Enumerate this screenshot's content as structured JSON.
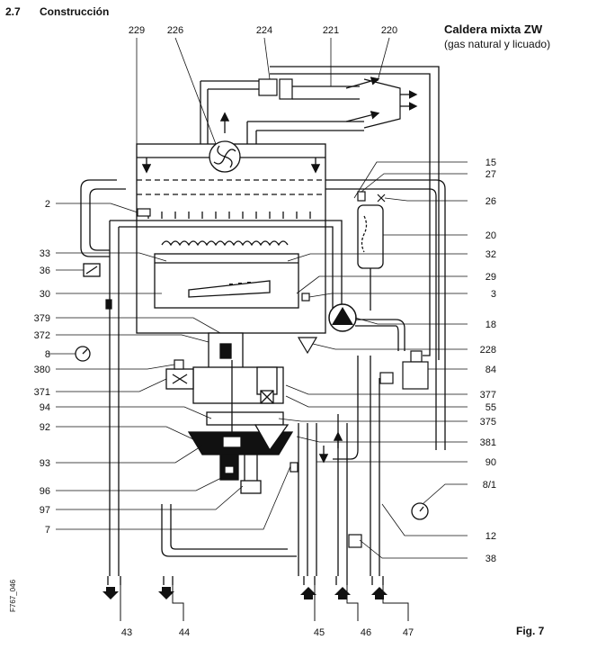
{
  "header": {
    "section_number": "2.7",
    "section_title": "Construcción",
    "model_title": "Caldera mixta ZW",
    "model_subtitle": "(gas natural y licuado)"
  },
  "footer": {
    "figure_label": "Fig. 7",
    "figure_code": "F767_046"
  },
  "labels": {
    "top": [
      "229",
      "226",
      "224",
      "221",
      "220"
    ],
    "left": [
      "2",
      "33",
      "36",
      "30",
      "379",
      "372",
      "8",
      "380",
      "371",
      "94",
      "92",
      "93",
      "96",
      "97",
      "7"
    ],
    "right": [
      "15",
      "27",
      "26",
      "20",
      "32",
      "29",
      "3",
      "18",
      "228",
      "84",
      "377",
      "55",
      "375",
      "381",
      "90",
      "8/1",
      "12",
      "38"
    ],
    "bottom": [
      "43",
      "44",
      "45",
      "46",
      "47"
    ]
  },
  "icons": [
    "fan-icon",
    "pump-icon",
    "pressure-gauge-icon",
    "thermometer-icon",
    "drain-arrow-icon",
    "inlet-arrow-icon"
  ]
}
